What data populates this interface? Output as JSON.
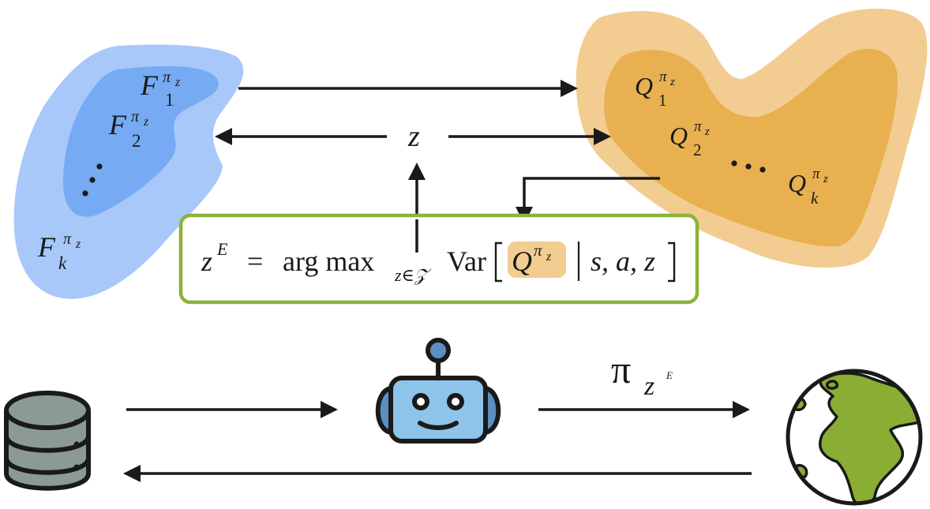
{
  "colors": {
    "blue_outer": "#a8c8fa",
    "blue_inner": "#76aaf3",
    "orange_outer": "#f2cc91",
    "orange_inner": "#e8b04f",
    "green_border": "#8cb33a",
    "q_highlight": "#f2cc91",
    "arrow": "#1a1a1a",
    "earth_land": "#8aad33",
    "robot_body": "#8ec3ea",
    "robot_ears": "#5b8fc4",
    "database": "#8c9a96"
  },
  "successor_features": {
    "base": "F",
    "superscript": "π",
    "superscript_sub": "z",
    "indices": [
      "1",
      "2",
      "k"
    ],
    "ellipsis": "⋯"
  },
  "q_values": {
    "base": "Q",
    "superscript": "π",
    "superscript_sub": "z",
    "indices": [
      "1",
      "2",
      "k"
    ],
    "ellipsis": "⋯"
  },
  "center_label": "z",
  "formula": {
    "lhs": "z",
    "lhs_sup": "E",
    "equals": "=",
    "argmax": "arg max",
    "argmax_sub": "z∈𝒵",
    "var": "Var",
    "q_term": "Q",
    "q_sup": "π",
    "q_sup_sub": "z",
    "bar": "|",
    "conditioning": "s, a, z"
  },
  "policy_label": {
    "base": "π",
    "sub": "z",
    "sub_sup": "E"
  },
  "icons": {
    "database": "database-icon",
    "robot": "robot-icon",
    "earth": "earth-icon"
  }
}
